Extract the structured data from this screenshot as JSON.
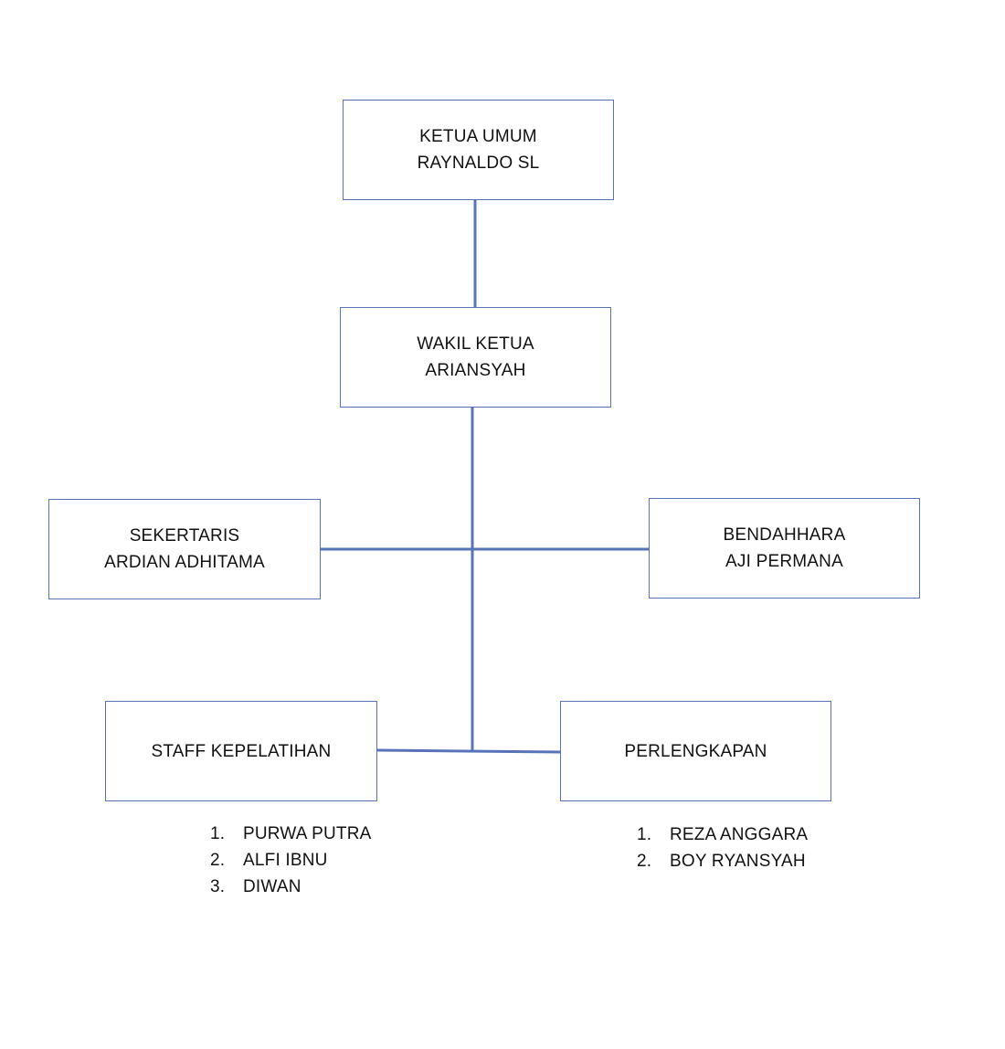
{
  "org_chart": {
    "ketua_umum": {
      "role": "KETUA UMUM",
      "name": "RAYNALDO SL"
    },
    "wakil_ketua": {
      "role": "WAKIL KETUA",
      "name": "ARIANSYAH"
    },
    "sekertaris": {
      "role": "SEKERTARIS",
      "name": "ARDIAN ADHITAMA"
    },
    "bendahara": {
      "role": "BENDAHHARA",
      "name": "AJI PERMANA"
    },
    "staff_kepelatihan": {
      "role": "STAFF KEPELATIHAN",
      "members": [
        {
          "num": "1.",
          "name": "PURWA PUTRA"
        },
        {
          "num": "2.",
          "name": "ALFI IBNU"
        },
        {
          "num": "3.",
          "name": "DIWAN"
        }
      ]
    },
    "perlengkapan": {
      "role": "PERLENGKAPAN",
      "members": [
        {
          "num": "1.",
          "name": "REZA ANGGARA"
        },
        {
          "num": "2.",
          "name": "BOY RYANSYAH"
        }
      ]
    },
    "colors": {
      "line": "#5874b8",
      "box_border": "#5874b8",
      "text": "#111111"
    }
  }
}
